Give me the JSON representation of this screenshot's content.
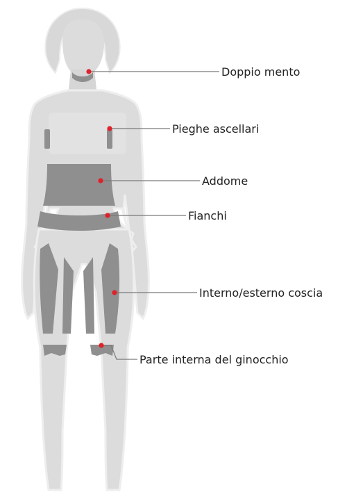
{
  "colors": {
    "body_fill": "#dcdcdc",
    "body_outline": "#eeeeee",
    "zone_fill": "#8f8f8f",
    "marker": "#e0202a",
    "leader_line": "#7a7a7a",
    "text": "#222222"
  },
  "zones": [
    {
      "id": "chin",
      "label": "Doppio mento"
    },
    {
      "id": "armpit",
      "label": "Pieghe ascellari"
    },
    {
      "id": "abdomen",
      "label": "Addome"
    },
    {
      "id": "hips",
      "label": "Fianchi"
    },
    {
      "id": "thigh",
      "label": "Interno/esterno coscia"
    },
    {
      "id": "knee",
      "label": "Parte interna del ginocchio"
    }
  ]
}
